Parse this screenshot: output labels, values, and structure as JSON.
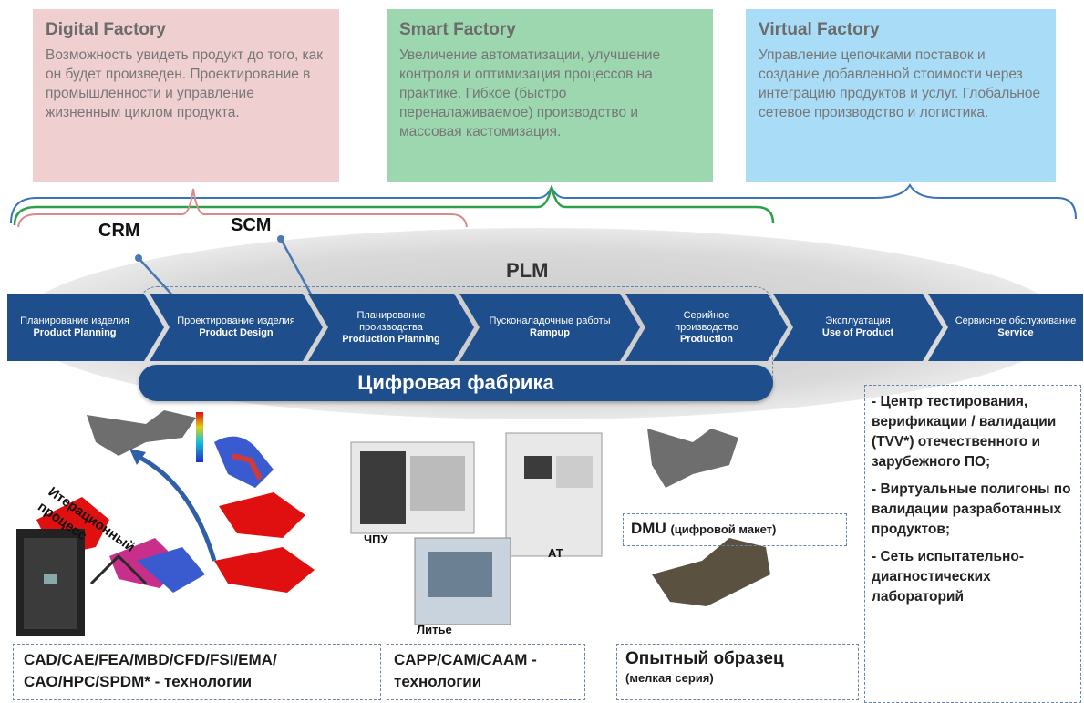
{
  "factories": {
    "digital": {
      "title": "Digital Factory",
      "desc": "Возможность увидеть продукт до того, как он будет произведен. Проектирование в промышленности и управление жизненным циклом продукта."
    },
    "smart": {
      "title": "Smart Factory",
      "desc": "Увеличение автоматизации, улучшение контроля и оптимизация процессов на практике. Гибкое (быстро переналаживаемое) производство и массовая кастомизация."
    },
    "virtual": {
      "title": "Virtual Factory",
      "desc": "Управление цепочками поставок и создание добавленной стоимости через интеграцию продуктов и услуг. Глобальное сетевое производство и логистика."
    }
  },
  "labels": {
    "crm": "CRM",
    "scm": "SCM",
    "plm": "PLM",
    "digital_band": "Цифровая фабрика"
  },
  "stages": [
    {
      "ru": "Планирование изделия",
      "en": "Product Planning"
    },
    {
      "ru": "Проектирование изделия",
      "en": "Product Design"
    },
    {
      "ru": "Планирование производства",
      "en": "Production Planning"
    },
    {
      "ru": "Пусконаладочные работы",
      "en": "Rampup"
    },
    {
      "ru": "Серийное производство",
      "en": "Production"
    },
    {
      "ru": "Эксплуатация",
      "en": "Use of Product"
    },
    {
      "ru": "Сервисное обслуживание",
      "en": "Service"
    }
  ],
  "images": {
    "iteration": "Итерационный процесс",
    "cnc": "ЧПУ",
    "at": "АТ",
    "casting": "Литье"
  },
  "bottom": {
    "cad": "CAD/CAE/FEA/MBD/CFD/FSI/EMA/ CAO/HPC/SPDM* - технологии",
    "capp": "CAPP/CAM/CAAM - технологии",
    "dmu_main": "DMU",
    "dmu_sub": "(цифровой макет)",
    "proto_main": "Опытный образец",
    "proto_sub": "(мелкая серия)"
  },
  "right_list": [
    "- Центр тестирования, верификации / валидации (TVV*) отечественного и зарубежного ПО;",
    "- Виртуальные полигоны по валидации разработанных продуктов;",
    "- Сеть испытательно-диагностических лабораторий"
  ],
  "colors": {
    "chevron": "#1f4e8c",
    "digital_bg": "#f0cfd0",
    "smart_bg": "#9cd7b0",
    "virtual_bg": "#a9dcf7"
  }
}
